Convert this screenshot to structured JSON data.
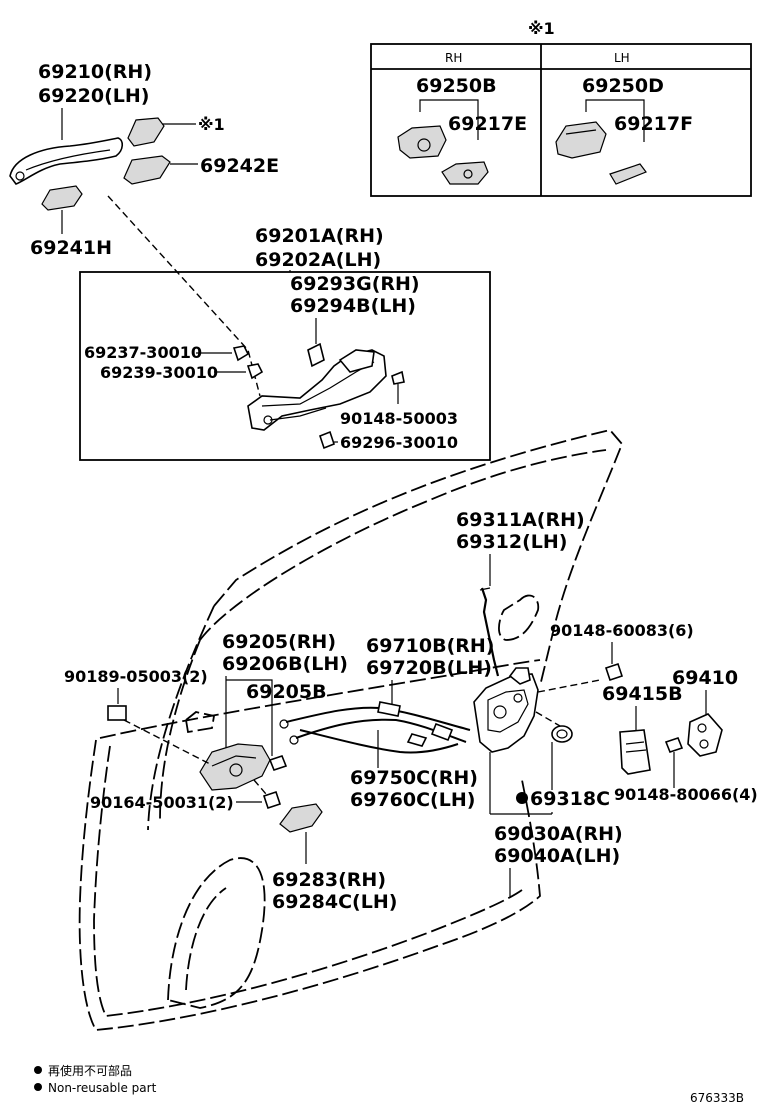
{
  "diagram": {
    "note_mark": "※1",
    "inset": {
      "col_rh": "RH",
      "col_lh": "LH",
      "rh_assembly": "69250B",
      "rh_part": "69217E",
      "lh_assembly": "69250D",
      "lh_part": "69217F"
    },
    "labels": {
      "handle_rh": "69210(RH)",
      "handle_lh": "69220(LH)",
      "cover_mark": "※1",
      "p69242E": "69242E",
      "p69241H": "69241H",
      "frame_rh": "69201A(RH)",
      "frame_lh": "69202A(LH)",
      "p69293G": "69293G(RH)",
      "p69294B": "69294B(LH)",
      "p69237": "69237-30010",
      "p69239": "69239-30010",
      "p90148_50003": "90148-50003",
      "p69296": "69296-30010",
      "rod_rh": "69311A(RH)",
      "rod_lh": "69312(LH)",
      "p90148_60083": "90148-60083(6)",
      "p69410": "69410",
      "p69415B": "69415B",
      "p90148_80066": "90148-80066(4)",
      "inner_rh": "69205(RH)",
      "inner_lh": "69206B(LH)",
      "p69205B": "69205B",
      "cable_rh": "69710B(RH)",
      "cable_lh": "69720B(LH)",
      "p90189": "90189-05003(2)",
      "p90164": "90164-50031(2)",
      "cable2_rh": "69750C(RH)",
      "cable2_lh": "69760C(LH)",
      "p69318C": "69318C",
      "lock_rh": "69030A(RH)",
      "lock_lh": "69040A(LH)",
      "bezel_rh": "69283(RH)",
      "bezel_lh": "69284C(LH)"
    },
    "legend": {
      "line_jp": "再使用不可部品",
      "line_en": "Non-reusable part"
    },
    "figure_id": "676333B"
  }
}
